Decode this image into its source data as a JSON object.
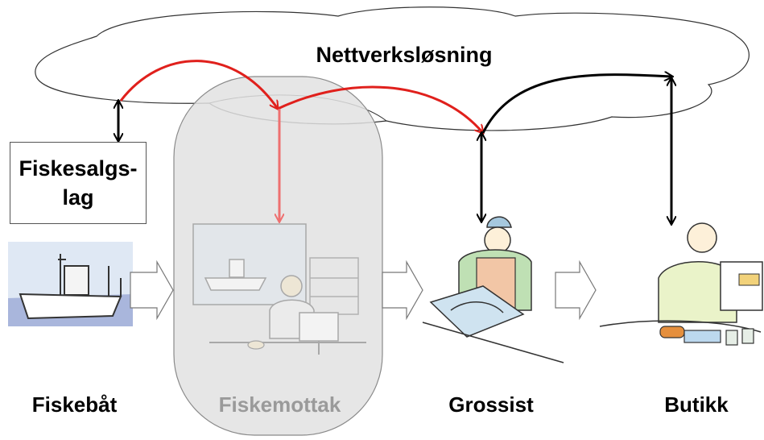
{
  "cloud": {
    "label": "Nettverksløsning"
  },
  "nodes": {
    "fiskesalgslag": {
      "line1": "Fiskesalgs-",
      "line2": "lag"
    },
    "fiskebat": {
      "label": "Fiskebåt"
    },
    "fiskemottak": {
      "label": "Fiskemottak"
    },
    "grossist": {
      "label": "Grossist"
    },
    "butikk": {
      "label": "Butikk"
    }
  },
  "colors": {
    "red_flow": "#e0201c",
    "black_flow": "#000000",
    "faded_red": "#ee7070",
    "capsule_fill": "#e2e2e2",
    "capsule_stroke": "#8a8a8a",
    "faded_text": "#9a9a9a"
  },
  "icons": [
    "fishing-boat-sketch-icon",
    "office-worker-sketch-icon",
    "fishmonger-sketch-icon",
    "shop-cashier-sketch-icon",
    "flow-chevron-arrow-icon"
  ]
}
